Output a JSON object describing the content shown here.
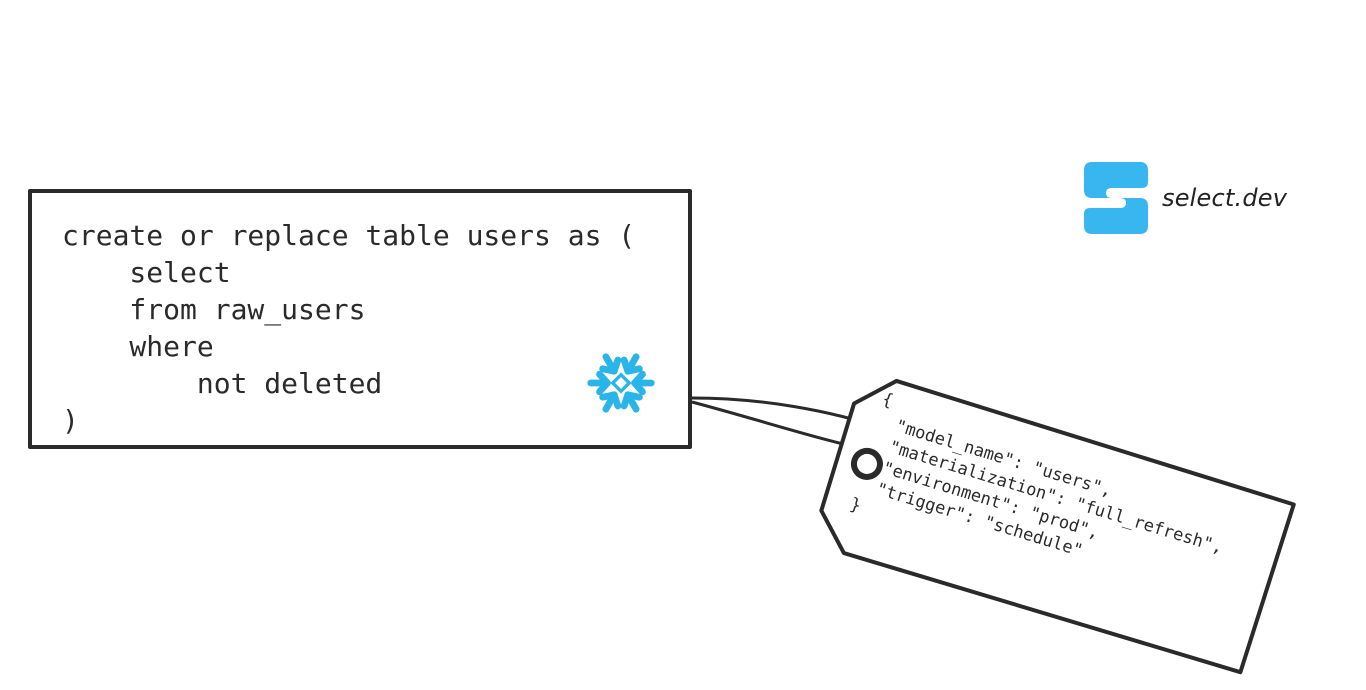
{
  "sql": {
    "lines": [
      "create or replace table users as (",
      "    select",
      "    from raw_users",
      "    where",
      "        not deleted",
      ")"
    ]
  },
  "brand": {
    "name": "select.dev",
    "color": "#38b6f0"
  },
  "tag": {
    "lines": [
      "{",
      "  \"model_name\": \"users\",",
      "  \"materialization\": \"full_refresh\",",
      "  \"environment\": \"prod\",",
      "  \"trigger\": \"schedule\"",
      "}"
    ]
  },
  "icons": {
    "warehouse": "snowflake-icon",
    "brand": "select-dev-logo-icon"
  },
  "colors": {
    "ink": "#2a2a2a",
    "snowflake": "#29b5e8"
  }
}
